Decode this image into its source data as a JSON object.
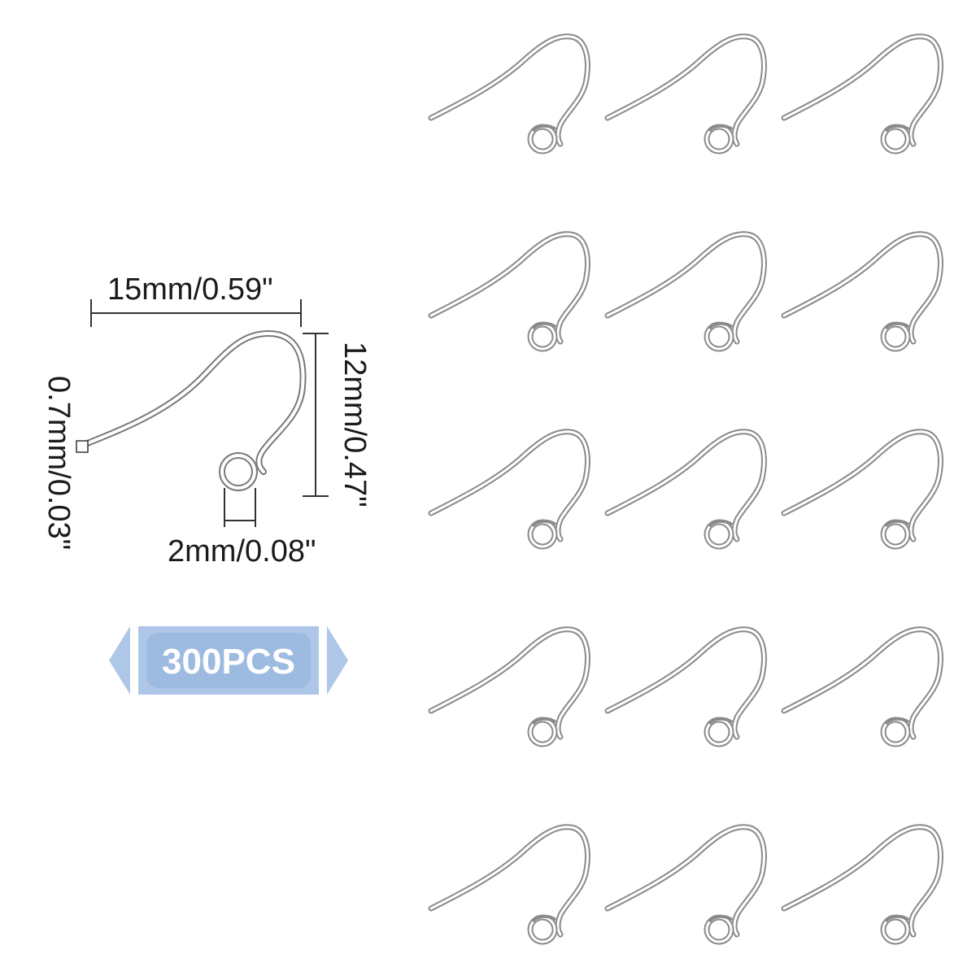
{
  "dimensions": {
    "width": "15mm/0.59\"",
    "height": "12mm/0.47\"",
    "wire": "0.7mm/0.03\"",
    "loop": "2mm/0.08\""
  },
  "badge": {
    "text": "300PCS",
    "color": "#aec7e8"
  },
  "product": {
    "hook_color": "#8a8a8a",
    "grid_rows": 5,
    "grid_cols": 3
  }
}
